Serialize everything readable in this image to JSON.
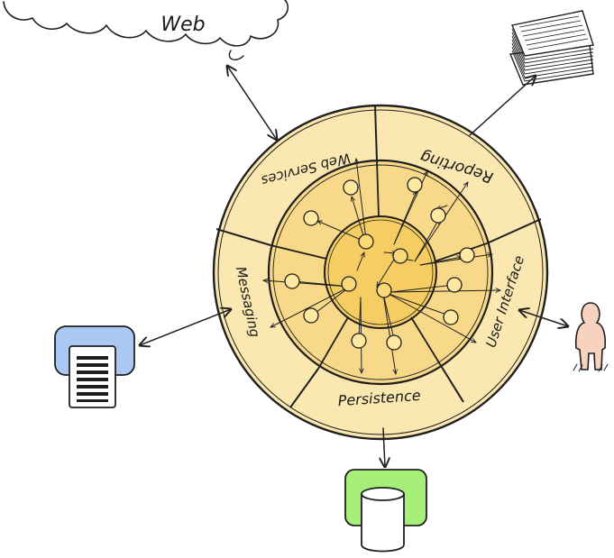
{
  "diagram": {
    "external": {
      "web": "Web"
    },
    "layers": {
      "web_services": "Web Services",
      "reporting": "Reporting",
      "user_interface": "User Interface",
      "persistence": "Persistence",
      "messaging": "Messaging"
    },
    "colors": {
      "outer_ring": "#fbe7b0",
      "middle_ring": "#f8d98a",
      "core": "#f6cd62",
      "messaging_db": "#a9c8f3",
      "persistence_db": "#a6f07a",
      "person": "#f6d2bf"
    },
    "icons": [
      "cloud-icon",
      "document-stack-icon",
      "person-icon",
      "database-icon",
      "database-icon"
    ]
  }
}
